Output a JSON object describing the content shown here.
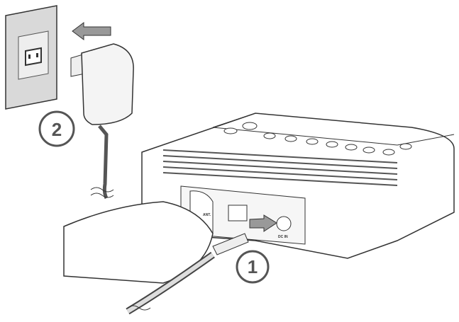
{
  "steps": {
    "step1": "1",
    "step2": "2"
  },
  "device": {
    "antenna_label": "ANT.",
    "dc_in_label": "DC IN"
  },
  "colors": {
    "arrow": "#999999",
    "outline": "#333333",
    "wall": "#d9d9d9"
  }
}
